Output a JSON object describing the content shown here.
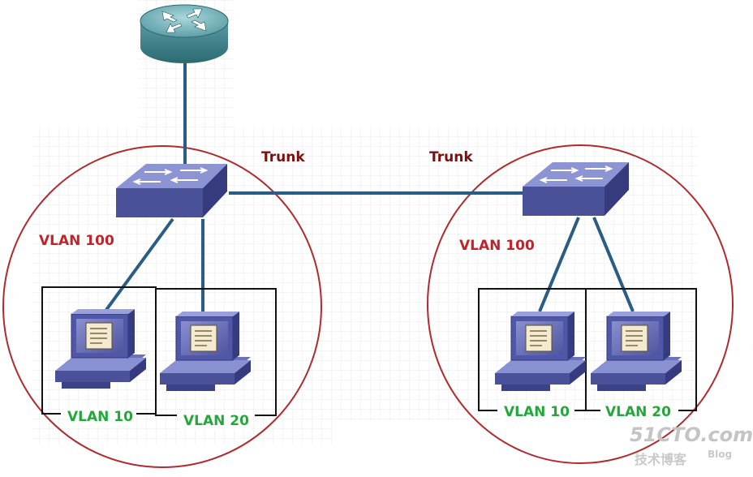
{
  "labels": {
    "trunk_left": "Trunk",
    "trunk_right": "Trunk",
    "vlan100_left": "VLAN 100",
    "vlan100_right": "VLAN 100",
    "vlan10_left": "VLAN 10",
    "vlan20_left": "VLAN 20",
    "vlan10_right": "VLAN 10",
    "vlan20_right": "VLAN 20"
  },
  "watermark": {
    "site": "51CTO.com",
    "tagline": "技术博客",
    "blog": "Blog"
  },
  "colors": {
    "link": "#2a5d86",
    "circle": "#b02a2e",
    "switch": "#5a64a8",
    "router": "#3e7f86",
    "trunk_text": "#7a1010",
    "vlan100_text": "#c0242a",
    "vlan_sub_text": "#22a83a"
  },
  "icons": [
    "router-icon",
    "switch-icon",
    "computer-icon"
  ]
}
